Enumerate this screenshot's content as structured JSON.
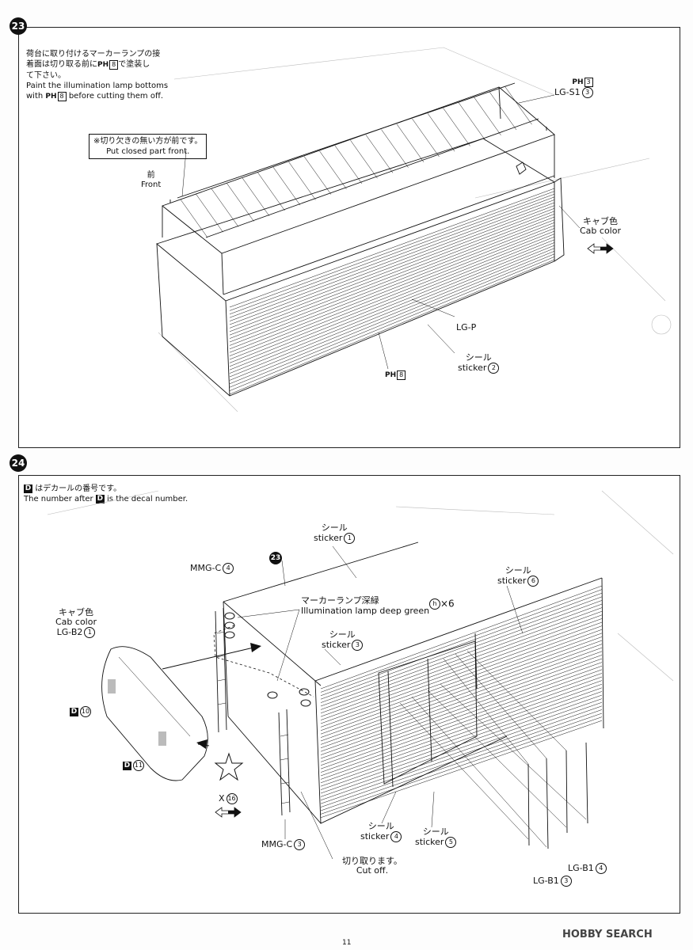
{
  "step23": {
    "number": "23",
    "note_jp": [
      "荷台に取り付けるマーカーランプの接",
      "着面は切り取る前に",
      "で塗装し",
      "て下さい。"
    ],
    "note_en": [
      "Paint the illumination lamp bottoms",
      "with",
      "before cutting them off."
    ],
    "paint_code": "8",
    "ph_label": "PH",
    "closed_part_jp": "※切り欠きの無い方が前です。",
    "closed_part_en": "Put closed part front.",
    "front_jp": "前",
    "front_en": "Front",
    "roof_paint": "3",
    "roof_part": "LG-S1",
    "roof_part_num": "3",
    "cab_color_jp": "キャブ色",
    "cab_color_en": "Cab color",
    "body_part": "LG-P",
    "sticker_jp": "シール",
    "sticker_en": "sticker",
    "sticker_num": "2",
    "body_paint": "8"
  },
  "step24": {
    "number": "24",
    "decal_note_jp": "はデカールの番号です。",
    "decal_note_en_a": "The number after",
    "decal_note_en_b": "is the decal number.",
    "decal_mark": "D",
    "sticker1_jp": "シール",
    "sticker1_en": "sticker",
    "sticker1_num": "1",
    "ref_step": "23",
    "mmg_c4": "MMG-C",
    "mmg_c4_num": "4",
    "marker_jp": "マーカーランプ深緑",
    "marker_en": "Illumination lamp deep green",
    "marker_part": "h",
    "marker_qty": "×6",
    "sticker6_jp": "シール",
    "sticker6_en": "sticker",
    "sticker6_num": "6",
    "cab_color_jp": "キャブ色",
    "cab_color_en": "Cab color",
    "lg_b2": "LG-B2",
    "lg_b2_num": "1",
    "sticker3_jp": "シール",
    "sticker3_en": "sticker",
    "sticker3_num": "3",
    "decal10": "10",
    "decal11": "11",
    "x_part": "X",
    "x_num": "16",
    "mmg_c3": "MMG-C",
    "mmg_c3_num": "3",
    "sticker4_jp": "シール",
    "sticker4_en": "sticker",
    "sticker4_num": "4",
    "sticker5_jp": "シール",
    "sticker5_en": "sticker",
    "sticker5_num": "5",
    "cut_jp": "切り取ります。",
    "cut_en": "Cut off.",
    "lg_b1a": "LG-B1",
    "lg_b1a_num": "3",
    "lg_b1b": "LG-B1",
    "lg_b1b_num": "4"
  },
  "footer": {
    "page_number": "11",
    "watermark": "HOBBY SEARCH"
  }
}
